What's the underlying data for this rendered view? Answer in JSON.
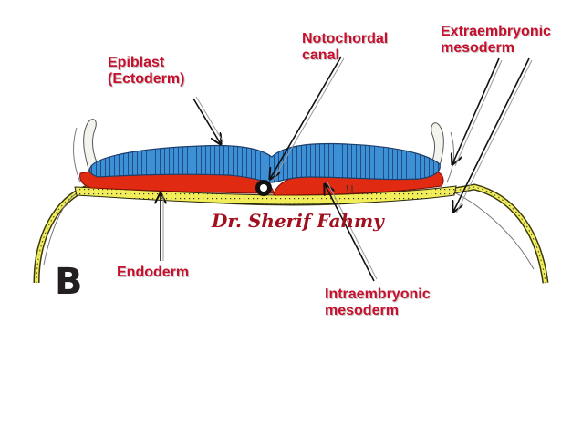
{
  "labels": {
    "epiblast": "Epiblast\n(Ectoderm)",
    "notochordal_canal": "Notochordal\ncanal",
    "extraembryonic_mesoderm": "Extraembryonic\nmesoderm",
    "endoderm": "Endoderm",
    "intraembryonic_mesoderm": "Intraembryonic\nmesoderm"
  },
  "plate_letter": "B",
  "signature": "Dr. Sherif Fahmy",
  "colors": {
    "label_red": "#c8102e",
    "ectoderm_blue": "#3d8fd6",
    "mesoderm_red": "#e02a12",
    "endoderm_yellow": "#f2ee5a",
    "signature_red": "#a0101e"
  }
}
